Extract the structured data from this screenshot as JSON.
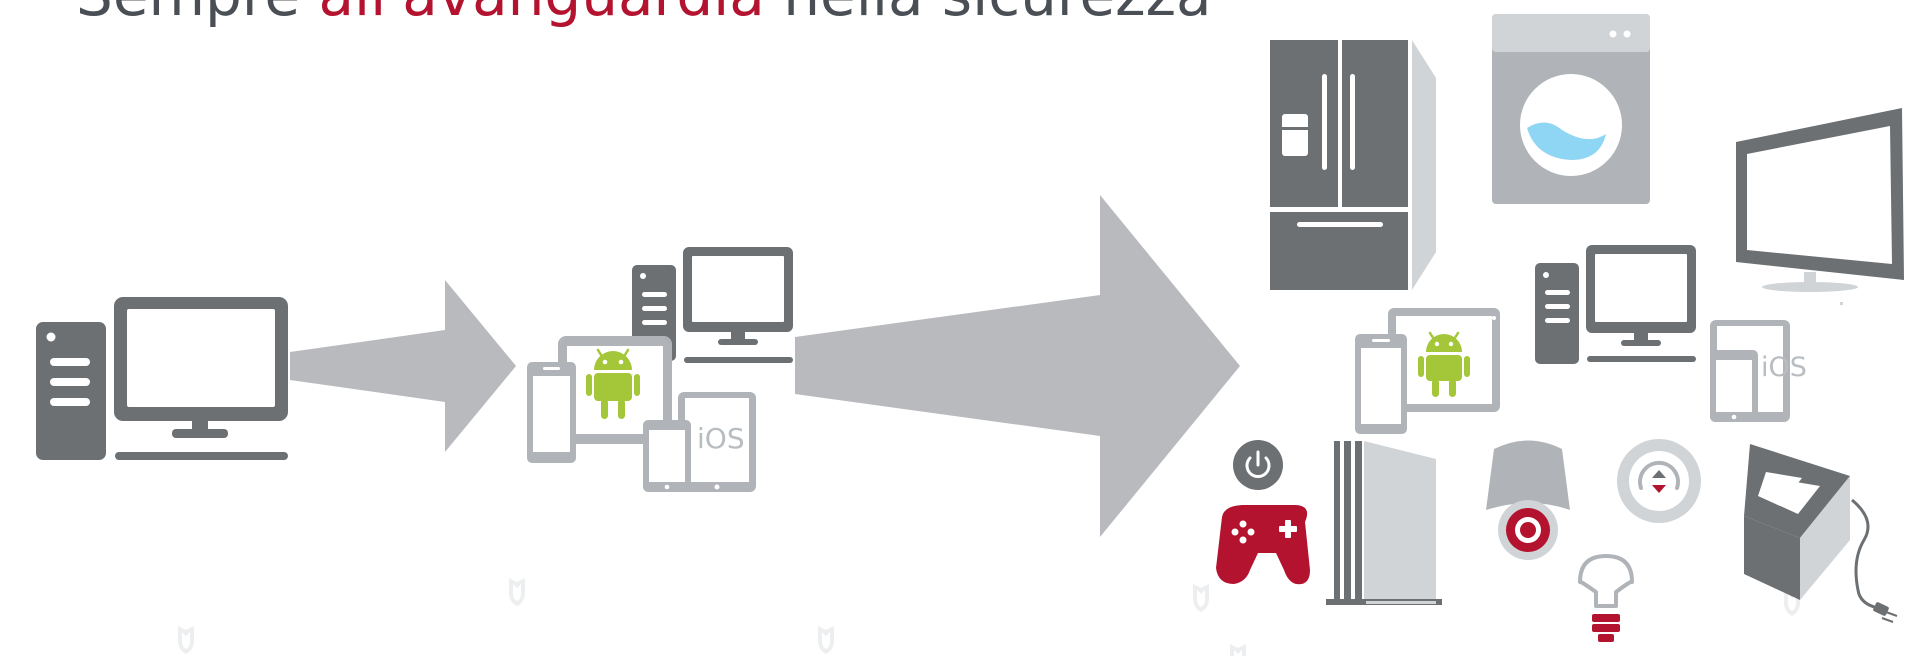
{
  "title": {
    "part1": "Sempre",
    "part2": "all'avanguardia",
    "part3": "nella sicurezza"
  },
  "labels": {
    "ios": "iOS"
  },
  "colors": {
    "dark_gray": "#6c7073",
    "mid_gray": "#b0b4b8",
    "light_gray": "#d0d4d7",
    "accent_red": "#b3132e",
    "android_green": "#a4c639",
    "water_blue": "#8fd6f4"
  },
  "icons": [
    "desktop-pc-icon",
    "arrow-icon",
    "android-tablet-icon",
    "android-phone-icon",
    "ios-tablet-icon",
    "ios-phone-icon",
    "refrigerator-icon",
    "washing-machine-icon",
    "smart-tv-icon",
    "game-console-icon",
    "gamepad-icon",
    "power-icon",
    "security-camera-icon",
    "thermostat-icon",
    "smart-bulb-icon",
    "toaster-icon",
    "watermark-shield-icon"
  ]
}
